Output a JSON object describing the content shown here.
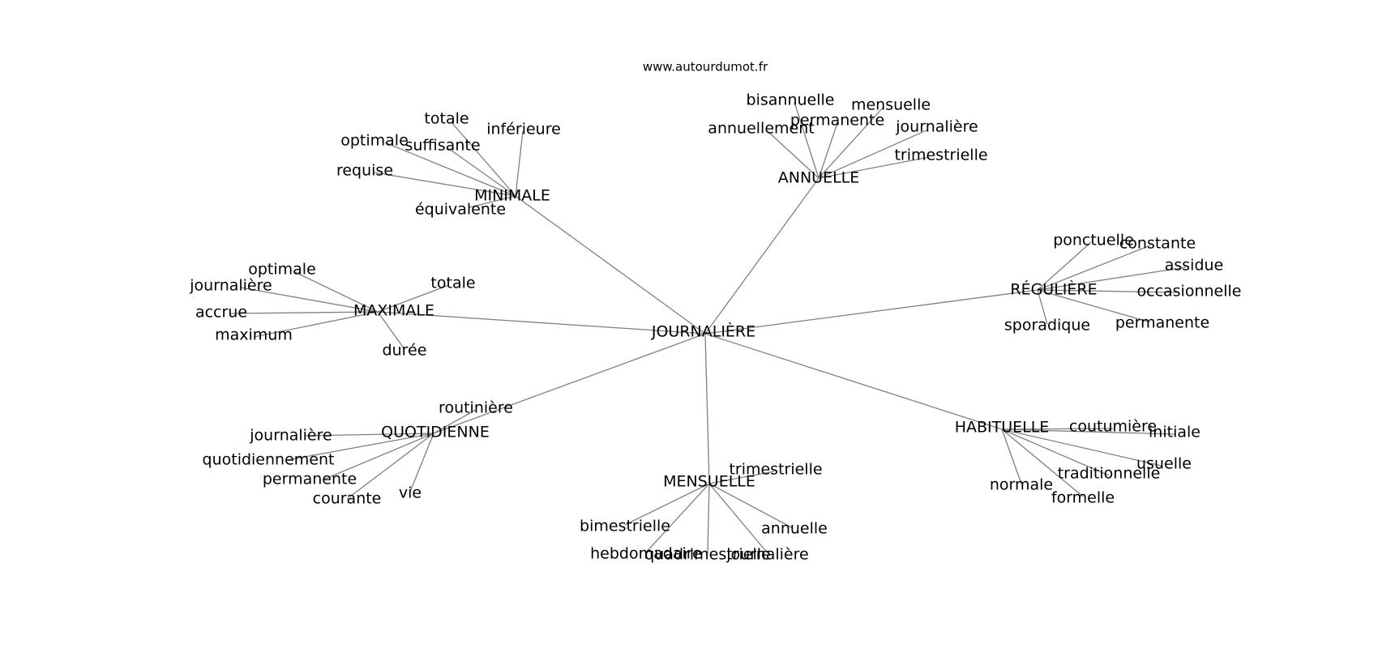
{
  "site": "www.autourdumot.fr",
  "center": "JOURNALIÈRE",
  "clusters": [
    {
      "label": "MINIMALE",
      "words": [
        "totale",
        "inférieure",
        "optimale",
        "suffisante",
        "requise",
        "équivalente"
      ]
    },
    {
      "label": "ANNUELLE",
      "words": [
        "bisannuelle",
        "mensuelle",
        "permanente",
        "annuellement",
        "journalière",
        "trimestrielle"
      ]
    },
    {
      "label": "RÉGULIÈRE",
      "words": [
        "ponctuelle",
        "constante",
        "assidue",
        "occasionnelle",
        "sporadique",
        "permanente"
      ]
    },
    {
      "label": "MAXIMALE",
      "words": [
        "optimale",
        "journalière",
        "totale",
        "accrue",
        "maximum",
        "durée"
      ]
    },
    {
      "label": "QUOTIDIENNE",
      "words": [
        "routinière",
        "journalière",
        "quotidiennement",
        "permanente",
        "courante",
        "vie"
      ]
    },
    {
      "label": "MENSUELLE",
      "words": [
        "trimestrielle",
        "bimestrielle",
        "annuelle",
        "hebdomadaire",
        "quadrimestrielle",
        "journalière"
      ]
    },
    {
      "label": "HABITUELLE",
      "words": [
        "coutumière",
        "initiale",
        "usuelle",
        "traditionnelle",
        "normale",
        "formelle"
      ]
    }
  ]
}
